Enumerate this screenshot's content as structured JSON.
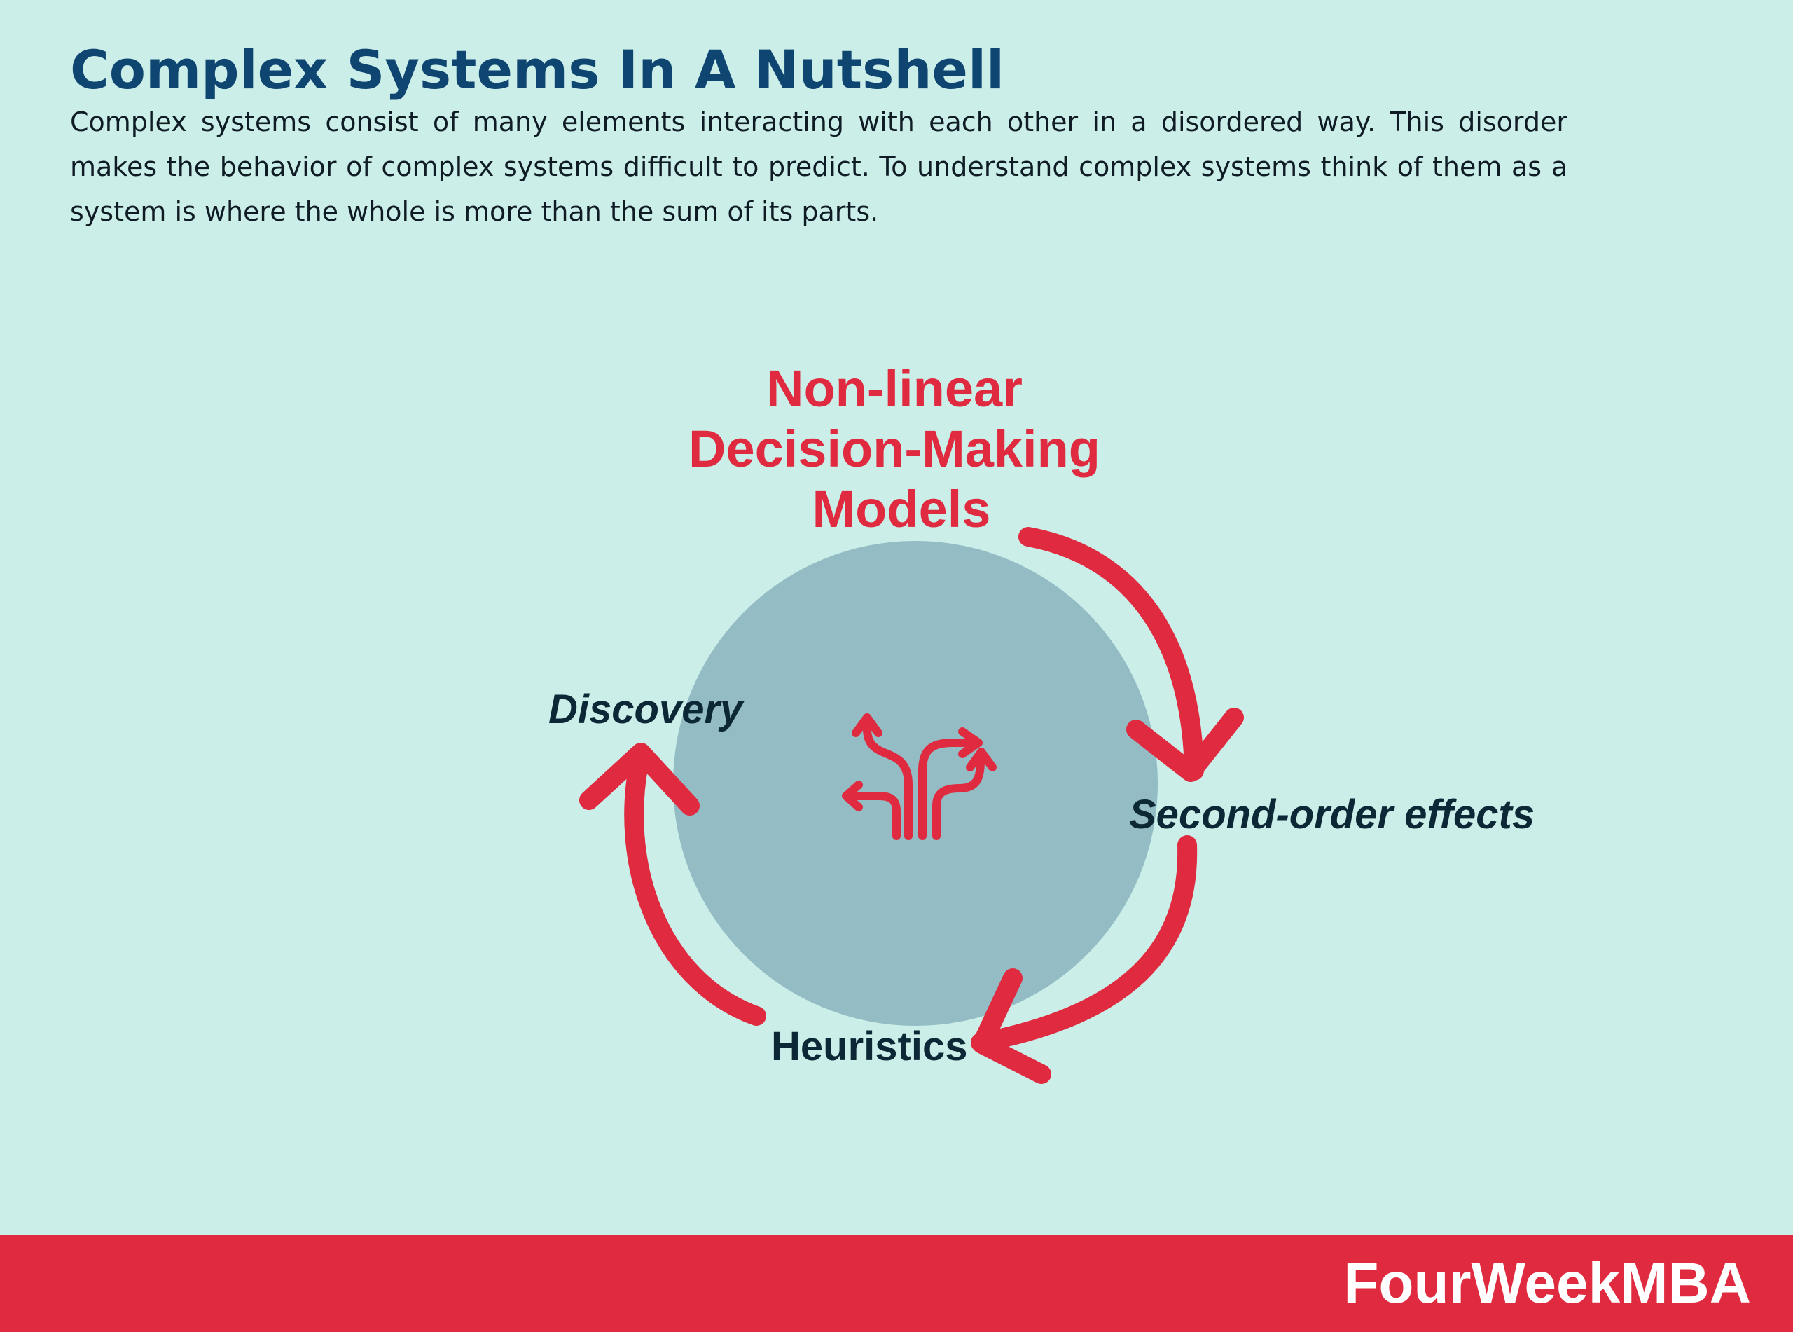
{
  "title": "Complex Systems In A Nutshell",
  "description": "Complex systems consist of many elements interacting with each other in a disordered way. This disorder makes the behavior of complex systems difficult to predict. To understand complex systems think of them as a system is where the whole is more than the sum of its parts.",
  "diagram": {
    "heading_lines": [
      "Non-linear",
      "Decision-Making",
      "Models"
    ],
    "steps": {
      "second_order": "Second-order effects",
      "heuristics": "Heuristics",
      "discovery": "Discovery"
    },
    "center_icon": "branching-arrows-icon"
  },
  "footer": {
    "brand": "FourWeekMBA"
  },
  "colors": {
    "background": "#cbeee9",
    "title": "#0f4571",
    "accent_red": "#e02a3f",
    "circle": "#93bcc5",
    "label_dark": "#0c2836",
    "brand_text": "#ffffff"
  }
}
